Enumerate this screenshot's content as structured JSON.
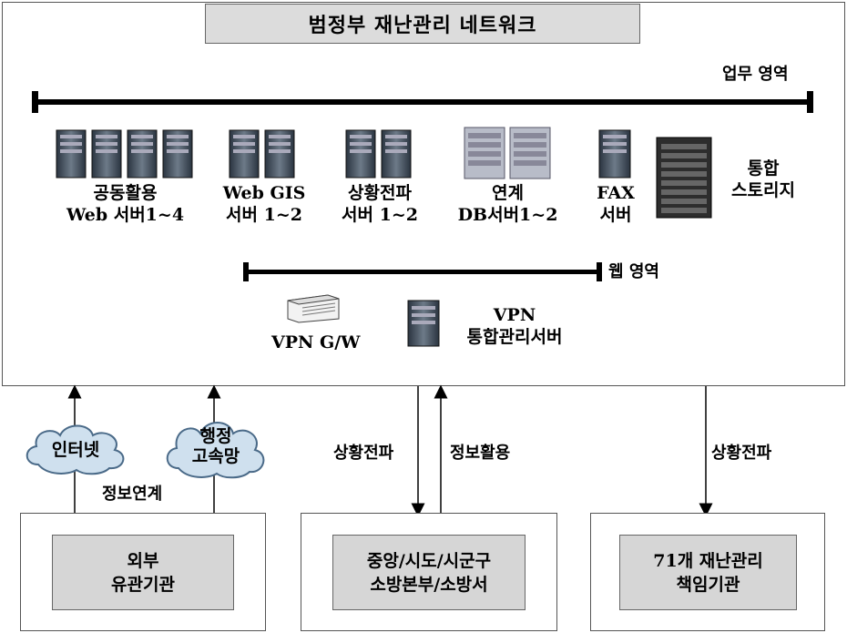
{
  "title": "범정부 재난관리 네트워크",
  "zones": {
    "business": "업무 영역",
    "web": "웹 영역"
  },
  "servers": [
    {
      "line1": "공동활용",
      "line2": "Web 서버1~4"
    },
    {
      "line1": "Web GIS",
      "line2": "서버 1~2"
    },
    {
      "line1": "상황전파",
      "line2": "서버 1~2"
    },
    {
      "line1": "연계",
      "line2": "DB서버1~2"
    },
    {
      "line1": "FAX",
      "line2": "서버"
    },
    {
      "line1": "통합",
      "line2": "스토리지"
    }
  ],
  "vpn": {
    "gw": "VPN G/W",
    "mgmt_line1": "VPN",
    "mgmt_line2": "통합관리서버"
  },
  "clouds": {
    "internet": "인터넷",
    "admin_line1": "행정",
    "admin_line2": "고속망"
  },
  "links": {
    "info_link": "정보연계",
    "situation": "상황전파",
    "info_use": "정보활용",
    "situation_right": "상황전파"
  },
  "orgs": [
    {
      "line1": "외부",
      "line2": "유관기관"
    },
    {
      "line1": "중앙/시도/시군구",
      "line2": "소방본부/소방서"
    },
    {
      "line1": "71개 재난관리",
      "line2": "책임기관"
    }
  ]
}
